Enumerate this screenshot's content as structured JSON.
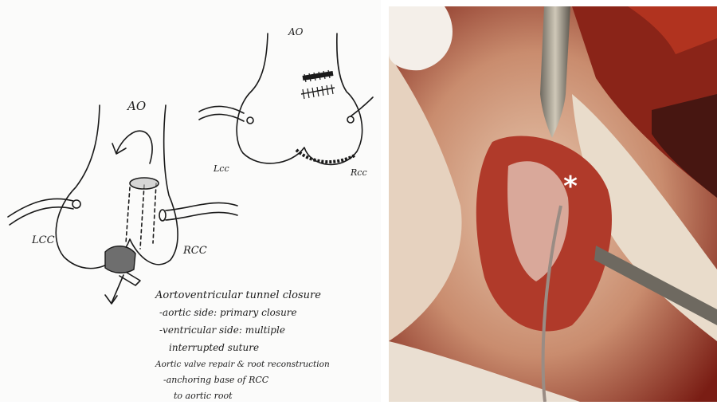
{
  "sketch": {
    "label_ao_main": "AO",
    "label_ao_small": "AO",
    "label_lcc_main": "LCC",
    "label_rcc_main": "RCC",
    "label_lcc_small": "Lcc",
    "label_rcc_small": "Rcc",
    "notes": [
      "Aortoventricular tunnel closure",
      "-aortic side: primary closure",
      "-ventricular side: multiple",
      "interrupted suture",
      "Aortic valve repair & root reconstruction",
      "-anchoring base of RCC",
      "to aortic root"
    ]
  },
  "photo": {
    "marker": "*"
  }
}
